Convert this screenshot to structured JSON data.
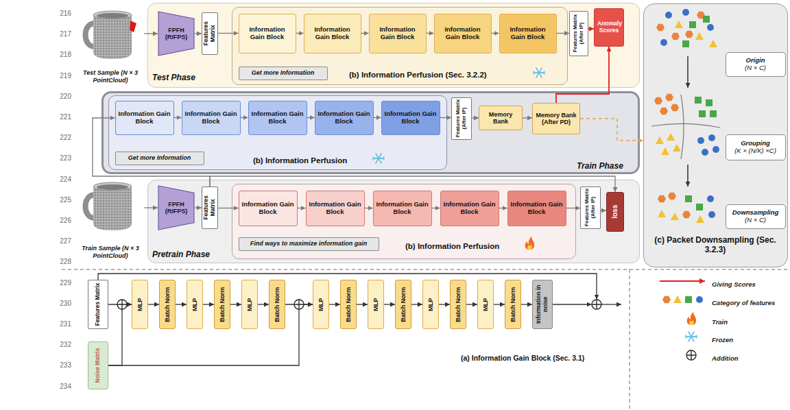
{
  "diagram": {
    "nodes": [
      {
        "text": [
          "Test Sample (N × 3 PointCloud)"
        ]
      },
      {
        "text": [
          "Test Phase"
        ]
      },
      {
        "text": [
          "FPFH (RIFPS)"
        ],
        "in": 1
      },
      {
        "text": [
          "Features Matrix"
        ],
        "in": 1
      },
      {
        "text": [
          "(b) Information Perfusion (Sec. 3.2.2)"
        ],
        "in": 1
      },
      {
        "text": [
          "Information Gain Block"
        ],
        "in": 4
      },
      {
        "text": [
          "Information Gain Block"
        ],
        "in": 4
      },
      {
        "text": [
          "Information Gain Block"
        ],
        "in": 4
      },
      {
        "text": [
          "Information Gain Block"
        ],
        "in": 4
      },
      {
        "text": [
          "Information Gain Block"
        ],
        "in": 4
      },
      {
        "text": [
          "Get more Information"
        ],
        "in": 4
      },
      {
        "text": [
          "Features Matrix (After IP)"
        ],
        "in": 1
      },
      {
        "text": [
          "Anomaly Scores"
        ],
        "in": 1
      },
      {
        "text": [
          "Train Phase"
        ]
      },
      {
        "text": [
          "(b) Information Perfusion"
        ],
        "in": 13
      },
      {
        "text": [
          "Information Gain Block"
        ],
        "in": 14
      },
      {
        "text": [
          "Information Gain Block"
        ],
        "in": 14
      },
      {
        "text": [
          "Information Gain Block"
        ],
        "in": 14
      },
      {
        "text": [
          "Information Gain Block"
        ],
        "in": 14
      },
      {
        "text": [
          "Information Gain Block"
        ],
        "in": 14
      },
      {
        "text": [
          "Get more Information"
        ],
        "in": 14
      },
      {
        "text": [
          "Features Matrix (After IP)"
        ],
        "in": 13
      },
      {
        "text": [
          "Memory Bank"
        ],
        "in": 13
      },
      {
        "text": [
          "Memory Bank (After PD)"
        ],
        "in": 13
      },
      {
        "text": [
          "Train Sample (N × 3 PointCloud)"
        ]
      },
      {
        "text": [
          "Pretrain Phase"
        ]
      },
      {
        "text": [
          "FPFH (RIFPS)"
        ],
        "in": 25
      },
      {
        "text": [
          "Features Matrix"
        ],
        "in": 25
      },
      {
        "text": [
          "(b) Information Perfusion"
        ],
        "in": 25
      },
      {
        "text": [
          "Information Gain Block"
        ],
        "in": 28
      },
      {
        "text": [
          "Information Gain Block"
        ],
        "in": 28
      },
      {
        "text": [
          "Information Gain Block"
        ],
        "in": 28
      },
      {
        "text": [
          "Information Gain Block"
        ],
        "in": 28
      },
      {
        "text": [
          "Information Gain Block"
        ],
        "in": 28
      },
      {
        "text": [
          "Find ways to maximize information gain"
        ],
        "in": 28
      },
      {
        "text": [
          "Features Matrix (After IP)"
        ],
        "in": 25
      },
      {
        "text": [
          "loss"
        ],
        "in": 25
      },
      {
        "text": [
          "(c) Packet Downsampling (Sec. 3.2.3)"
        ]
      },
      {
        "text": [
          "Origin",
          "(N × C)"
        ],
        "in": 37
      },
      {
        "text": [
          "Grouping",
          "(K × (N/K) ×C)"
        ],
        "in": 37
      },
      {
        "text": [
          "Downsampling",
          "(N × C)"
        ],
        "in": 37
      },
      {
        "text": [
          "Features Matrix"
        ]
      },
      {
        "text": [
          "Noise Matrix"
        ]
      },
      {
        "text": [
          "MLP"
        ]
      },
      {
        "text": [
          "Batch Norm"
        ]
      },
      {
        "text": [
          "MLP"
        ]
      },
      {
        "text": [
          "Batch Norm"
        ]
      },
      {
        "text": [
          "MLP"
        ]
      },
      {
        "text": [
          "Batch Norm"
        ]
      },
      {
        "text": [
          "MLP"
        ]
      },
      {
        "text": [
          "Batch Norm"
        ]
      },
      {
        "text": [
          "MLP"
        ]
      },
      {
        "text": [
          "Batch Norm"
        ]
      },
      {
        "text": [
          "MLP"
        ]
      },
      {
        "text": [
          "Batch Norm"
        ]
      },
      {
        "text": [
          "MLP"
        ]
      },
      {
        "text": [
          "Batch Norm"
        ]
      },
      {
        "text": [
          "Information in noise"
        ]
      }
    ],
    "edges": [
      {
        "from": 0,
        "to": 2,
        "arrow": "to"
      },
      {
        "from": 2,
        "to": 3,
        "arrow": "to"
      },
      {
        "from": 3,
        "to": 5,
        "arrow": "to"
      },
      {
        "from": 5,
        "to": 6,
        "arrow": "to"
      },
      {
        "from": 6,
        "to": 7,
        "arrow": "to"
      },
      {
        "from": 7,
        "to": 8,
        "arrow": "to"
      },
      {
        "from": 8,
        "to": 9,
        "arrow": "to"
      },
      {
        "from": 9,
        "to": 11,
        "arrow": "to"
      },
      {
        "from": 11,
        "to": 12,
        "arrow": "to"
      },
      {
        "from": 27,
        "to": 15,
        "arrow": "to"
      },
      {
        "from": 15,
        "to": 16,
        "arrow": "to"
      },
      {
        "from": 16,
        "to": 17,
        "arrow": "to"
      },
      {
        "from": 17,
        "to": 18,
        "arrow": "to"
      },
      {
        "from": 18,
        "to": 19,
        "arrow": "to"
      },
      {
        "from": 19,
        "to": 21,
        "arrow": "to"
      },
      {
        "from": 21,
        "to": 22,
        "arrow": "to"
      },
      {
        "from": 22,
        "to": 23,
        "arrow": "to"
      },
      {
        "from": 23,
        "to": 12,
        "arrow": "to"
      },
      {
        "from": 23,
        "to": 37,
        "arrow": "to"
      },
      {
        "from": 24,
        "to": 26,
        "arrow": "to"
      },
      {
        "from": 26,
        "to": 27,
        "arrow": "to"
      },
      {
        "from": 27,
        "to": 29,
        "arrow": "to"
      },
      {
        "from": 29,
        "to": 30,
        "arrow": "to"
      },
      {
        "from": 30,
        "to": 31,
        "arrow": "to"
      },
      {
        "from": 31,
        "to": 32,
        "arrow": "to"
      },
      {
        "from": 32,
        "to": 33,
        "arrow": "to"
      },
      {
        "from": 33,
        "to": 35,
        "arrow": "to"
      },
      {
        "from": 35,
        "to": 36,
        "arrow": "to"
      },
      {
        "from": 27,
        "to": 36,
        "arrow": "to"
      },
      {
        "from": 41,
        "to": 43,
        "arrow": "to"
      },
      {
        "from": 42,
        "to": 43,
        "arrow": "to"
      },
      {
        "from": 43,
        "to": 44,
        "arrow": "to"
      },
      {
        "from": 44,
        "to": 45,
        "arrow": "to"
      },
      {
        "from": 45,
        "to": 46,
        "arrow": "to"
      },
      {
        "from": 46,
        "to": 47,
        "arrow": "to"
      },
      {
        "from": 47,
        "to": 48,
        "arrow": "to"
      },
      {
        "from": 48,
        "to": 49,
        "arrow": "to"
      },
      {
        "from": 42,
        "to": 49,
        "arrow": "to"
      },
      {
        "from": 49,
        "to": 50,
        "arrow": "to"
      },
      {
        "from": 50,
        "to": 51,
        "arrow": "to"
      },
      {
        "from": 51,
        "to": 52,
        "arrow": "to"
      },
      {
        "from": 52,
        "to": 53,
        "arrow": "to"
      },
      {
        "from": 53,
        "to": 54,
        "arrow": "to"
      },
      {
        "from": 54,
        "to": 55,
        "arrow": "to"
      },
      {
        "from": 55,
        "to": 56,
        "arrow": "to"
      },
      {
        "from": 56,
        "to": 57,
        "arrow": "to"
      }
    ],
    "labels": [
      "216",
      "217",
      "218",
      "219",
      "220",
      "221",
      "222",
      "223",
      "224",
      "225",
      "226",
      "227",
      "228",
      "229",
      "230",
      "231",
      "232",
      "233",
      "234",
      "(a) Information Gain Block (Sec. 3.1)"
    ],
    "legend": [
      {
        "text": "Giving Scores"
      },
      {
        "text": "Category of features"
      },
      {
        "text": "Train"
      },
      {
        "text": "Frozen"
      },
      {
        "text": "Addition"
      }
    ]
  }
}
